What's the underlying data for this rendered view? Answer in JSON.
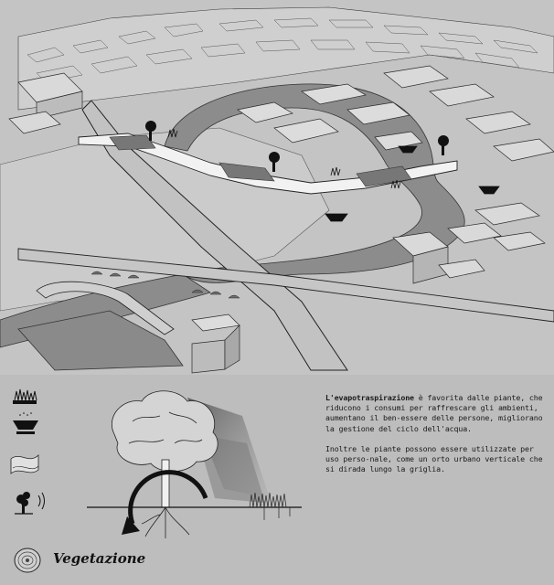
{
  "description": {
    "term": "L'evapotraspirazione",
    "paragraph1_rest": " è favorita dalle piante, che riducono i consumi per raffrescare gli ambienti, aumentano il ben-essere delle persone, migliorano la gestione del ciclo dell'acqua.",
    "paragraph2": "Inoltre le piante possono essere utilizzate per uso perso-nale, come un orto urbano verticale che si dirada lungo la griglia."
  },
  "footer": {
    "title": "Vegetazione"
  },
  "colors": {
    "background": "#bdbdbd",
    "river": "#8c8c8c",
    "land": "#c9c9c9",
    "line": "#2a2a2a",
    "ink": "#111111"
  },
  "legend": {
    "icons": [
      "grass-tray-icon",
      "planter-bowl-icon",
      "wave-panel-icon",
      "tree-sound-icon"
    ]
  }
}
